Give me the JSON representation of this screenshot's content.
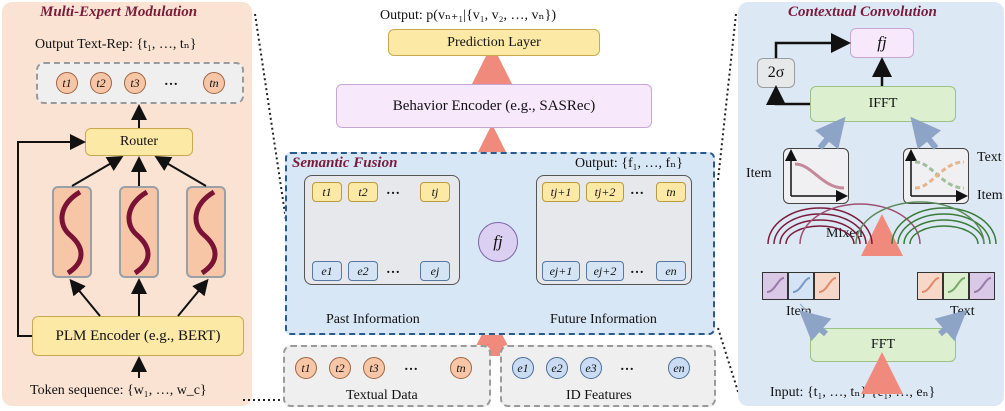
{
  "left": {
    "title": "Multi-Expert Modulation",
    "output_label": "Output Text-Rep: {t₁, …, tₙ}",
    "output_tokens": [
      "t1",
      "t2",
      "t3",
      "…",
      "tn"
    ],
    "router": "Router",
    "plm_encoder": "PLM Encoder (e.g., BERT)",
    "token_sequence": "Token sequence: {w₁, …, w_c}"
  },
  "middle": {
    "output_label": "Output: p(vₙ₊₁|{v₁, v₂, …, vₙ})",
    "prediction_layer": "Prediction Layer",
    "behavior_encoder": "Behavior Encoder (e.g., SASRec)",
    "fusion_title": "Semantic Fusion",
    "fusion_output": "Output: {f₁, …, fₙ}",
    "past_top": [
      "t1",
      "t2",
      "…",
      "tj"
    ],
    "past_bottom": [
      "e1",
      "e2",
      "…",
      "ej"
    ],
    "future_top": [
      "tj+1",
      "tj+2",
      "…",
      "tn"
    ],
    "future_bottom": [
      "ej+1",
      "ej+2",
      "…",
      "en"
    ],
    "center": "fj",
    "past_info": "Past Information",
    "future_info": "Future Information",
    "textual_tokens": [
      "t1",
      "t2",
      "t3",
      "…",
      "tn"
    ],
    "textual_data": "Textual Data",
    "id_tokens": [
      "e1",
      "e2",
      "e3",
      "…",
      "en"
    ],
    "id_features": "ID Features"
  },
  "right": {
    "title": "Contextual Convolution",
    "fj": "fj",
    "sigma": "2σ",
    "ifft": "IFFT",
    "fft": "FFT",
    "item_left": "Item",
    "text_right": "Text",
    "item_right": "Item",
    "mixed": "Mixed",
    "item_bottom": "Item",
    "text_bottom": "Text",
    "input_label": "Input: {t₁, …, tₙ} {e₁, …, eₙ}"
  }
}
